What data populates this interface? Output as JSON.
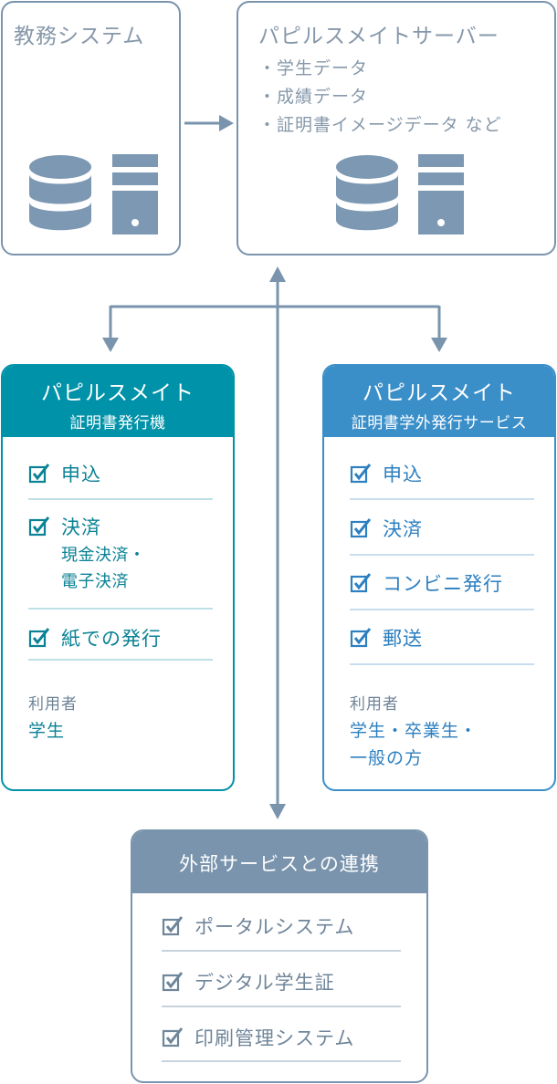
{
  "kyomu": {
    "title": "教務システム"
  },
  "server": {
    "title": "パピルスメイトサーバー",
    "items": [
      "・学生データ",
      "・成績データ",
      "・証明書イメージデータ など"
    ]
  },
  "kiosk": {
    "title": "パピルスメイト",
    "subtitle": "証明書発行機",
    "items": [
      {
        "label": "申込"
      },
      {
        "label": "決済",
        "sub1": "現金決済・",
        "sub2": "電子決済"
      },
      {
        "label": "紙での発行"
      }
    ],
    "users_label": "利用者",
    "users_line1": "学生"
  },
  "out": {
    "title": "パピルスメイト",
    "subtitle": "証明書学外発行サービス",
    "items": [
      {
        "label": "申込"
      },
      {
        "label": "決済"
      },
      {
        "label": "コンビニ発行"
      },
      {
        "label": "郵送"
      }
    ],
    "users_label": "利用者",
    "users_line1": "学生・卒業生・",
    "users_line2": "一般の方"
  },
  "ext": {
    "title": "外部サービスとの連携",
    "items": [
      {
        "label": "ポータルシステム"
      },
      {
        "label": "デジタル学生証"
      },
      {
        "label": "印刷管理システム"
      }
    ]
  },
  "colors": {
    "gray": "#7a94ad",
    "teal": "#0092a8",
    "blue": "#3b8fc9",
    "icon": "#7d98b3"
  }
}
